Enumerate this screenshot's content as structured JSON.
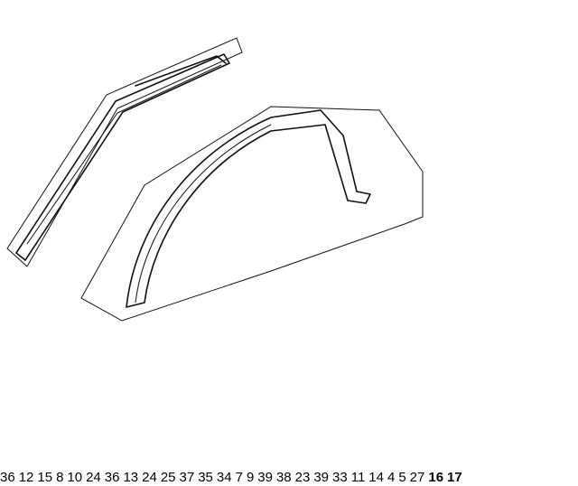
{
  "labels": {
    "p36a": "36",
    "p12": "12",
    "p15": "15",
    "p8": "8",
    "p10": "10",
    "p24a": "24",
    "p36b": "36",
    "p13": "13",
    "p24b": "24",
    "p25": "25",
    "p37": "37",
    "p35": "35",
    "p34": "34",
    "p7": "7",
    "p9": "9",
    "p39a": "39",
    "p38": "38",
    "p23": "23",
    "p39b": "39",
    "p33": "33",
    "p11": "11",
    "p14": "14",
    "p4": "4",
    "p5": "5",
    "p27": "27",
    "p16": "16",
    "p17": "17"
  },
  "colors": {
    "highlight_border": "#f2c744",
    "label_tag": "#8fe09a",
    "line": "#111111"
  }
}
